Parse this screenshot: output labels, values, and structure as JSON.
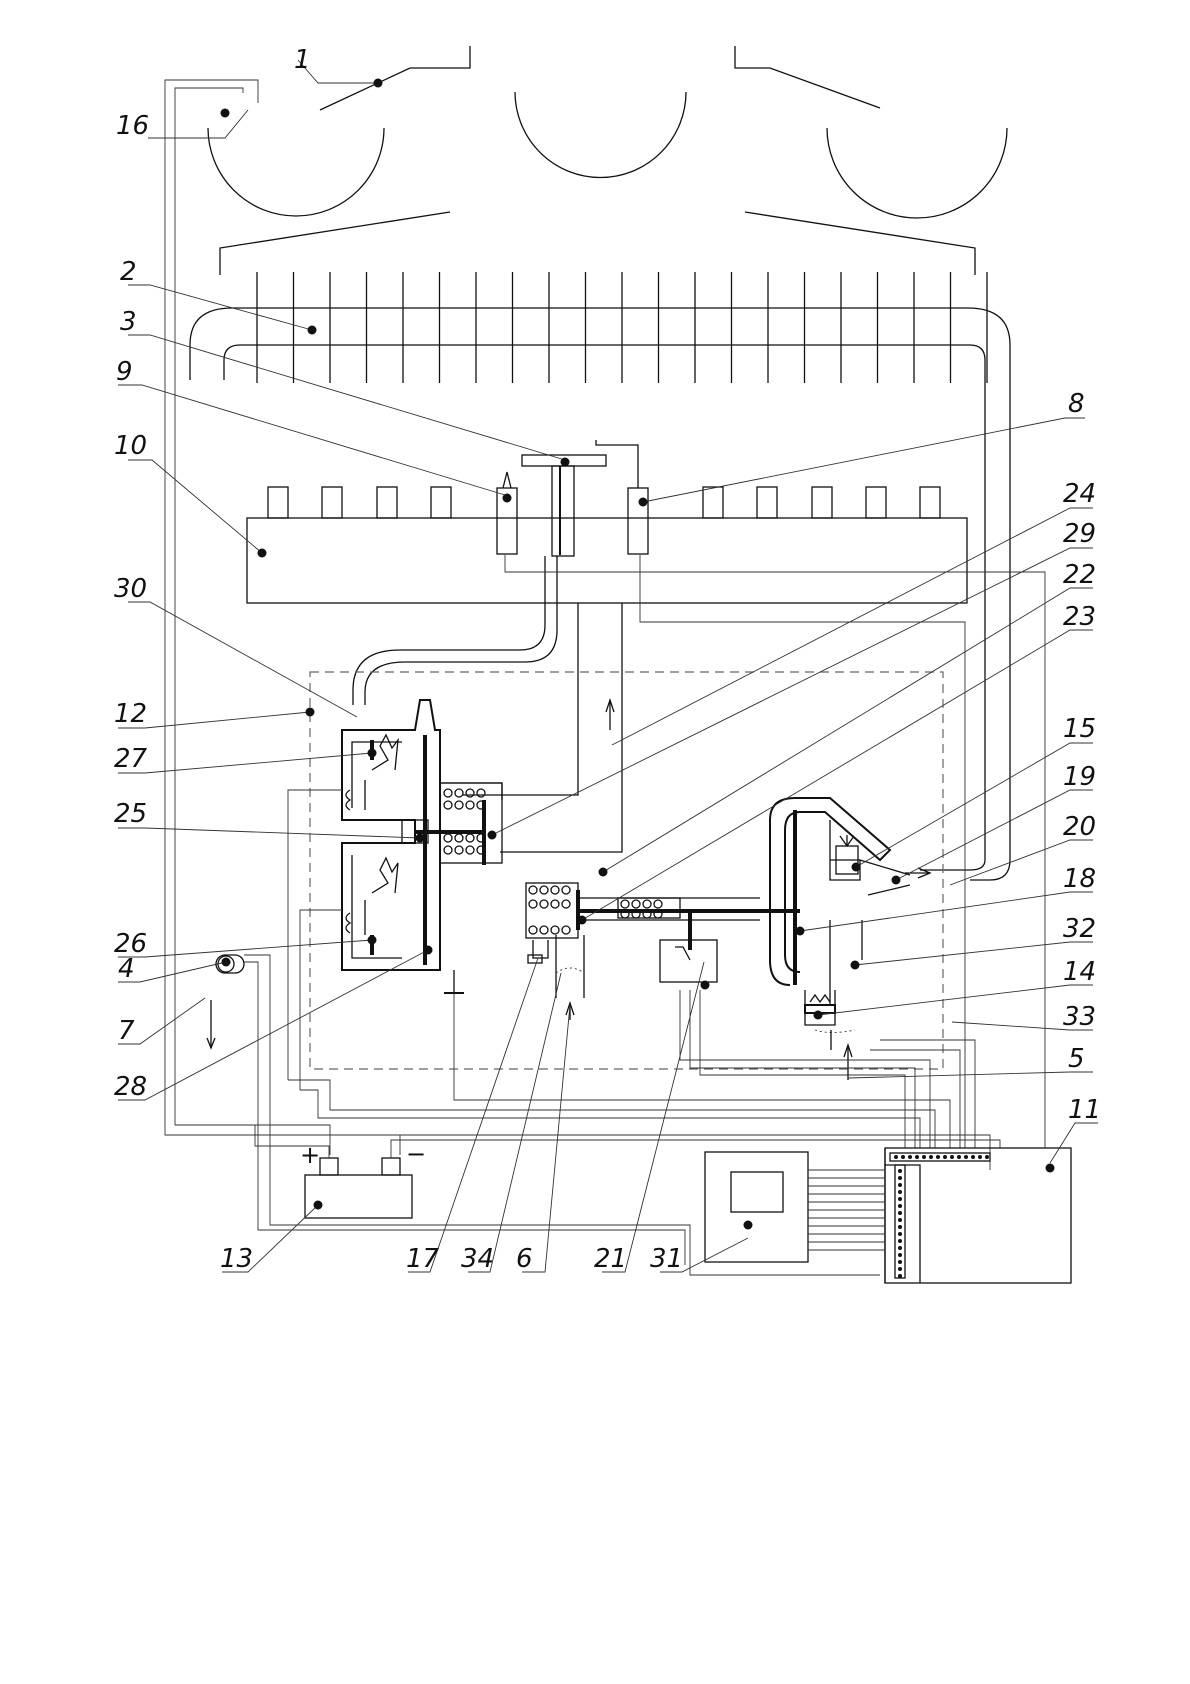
{
  "labels": {
    "l1": "1",
    "l2": "2",
    "l3": "3",
    "l4": "4",
    "l5": "5",
    "l6": "6",
    "l7": "7",
    "l8": "8",
    "l9": "9",
    "l10": "10",
    "l11": "11",
    "l12": "12",
    "l13": "13",
    "l14": "14",
    "l15": "15",
    "l16": "16",
    "l17": "17",
    "l18": "18",
    "l19": "19",
    "l20": "20",
    "l21": "21",
    "l22": "22",
    "l23": "23",
    "l24": "24",
    "l25": "25",
    "l26": "26",
    "l27": "27",
    "l28": "28",
    "l29": "29",
    "l30": "30",
    "l31": "31",
    "l32": "32",
    "l33": "33",
    "l34": "34"
  },
  "battery": {
    "plus": "+",
    "minus": "−"
  }
}
